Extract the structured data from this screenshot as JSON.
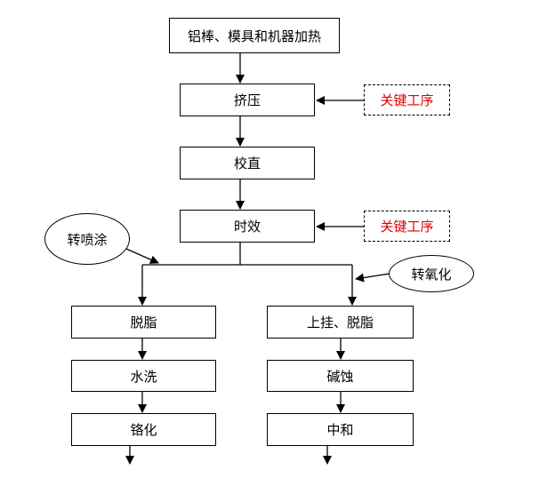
{
  "steps": {
    "heat": "铝棒、模具和机器加热",
    "extrude": "挤压",
    "straighten": "校直",
    "aging": "时效"
  },
  "annotations": {
    "key_process_1": "关键工序",
    "key_process_2": "关键工序"
  },
  "branches": {
    "spray": "转喷涂",
    "oxidation": "转氧化"
  },
  "left_branch": [
    "脱脂",
    "水洗",
    "铬化"
  ],
  "right_branch": [
    "上挂、脱脂",
    "碱蚀",
    "中和"
  ]
}
